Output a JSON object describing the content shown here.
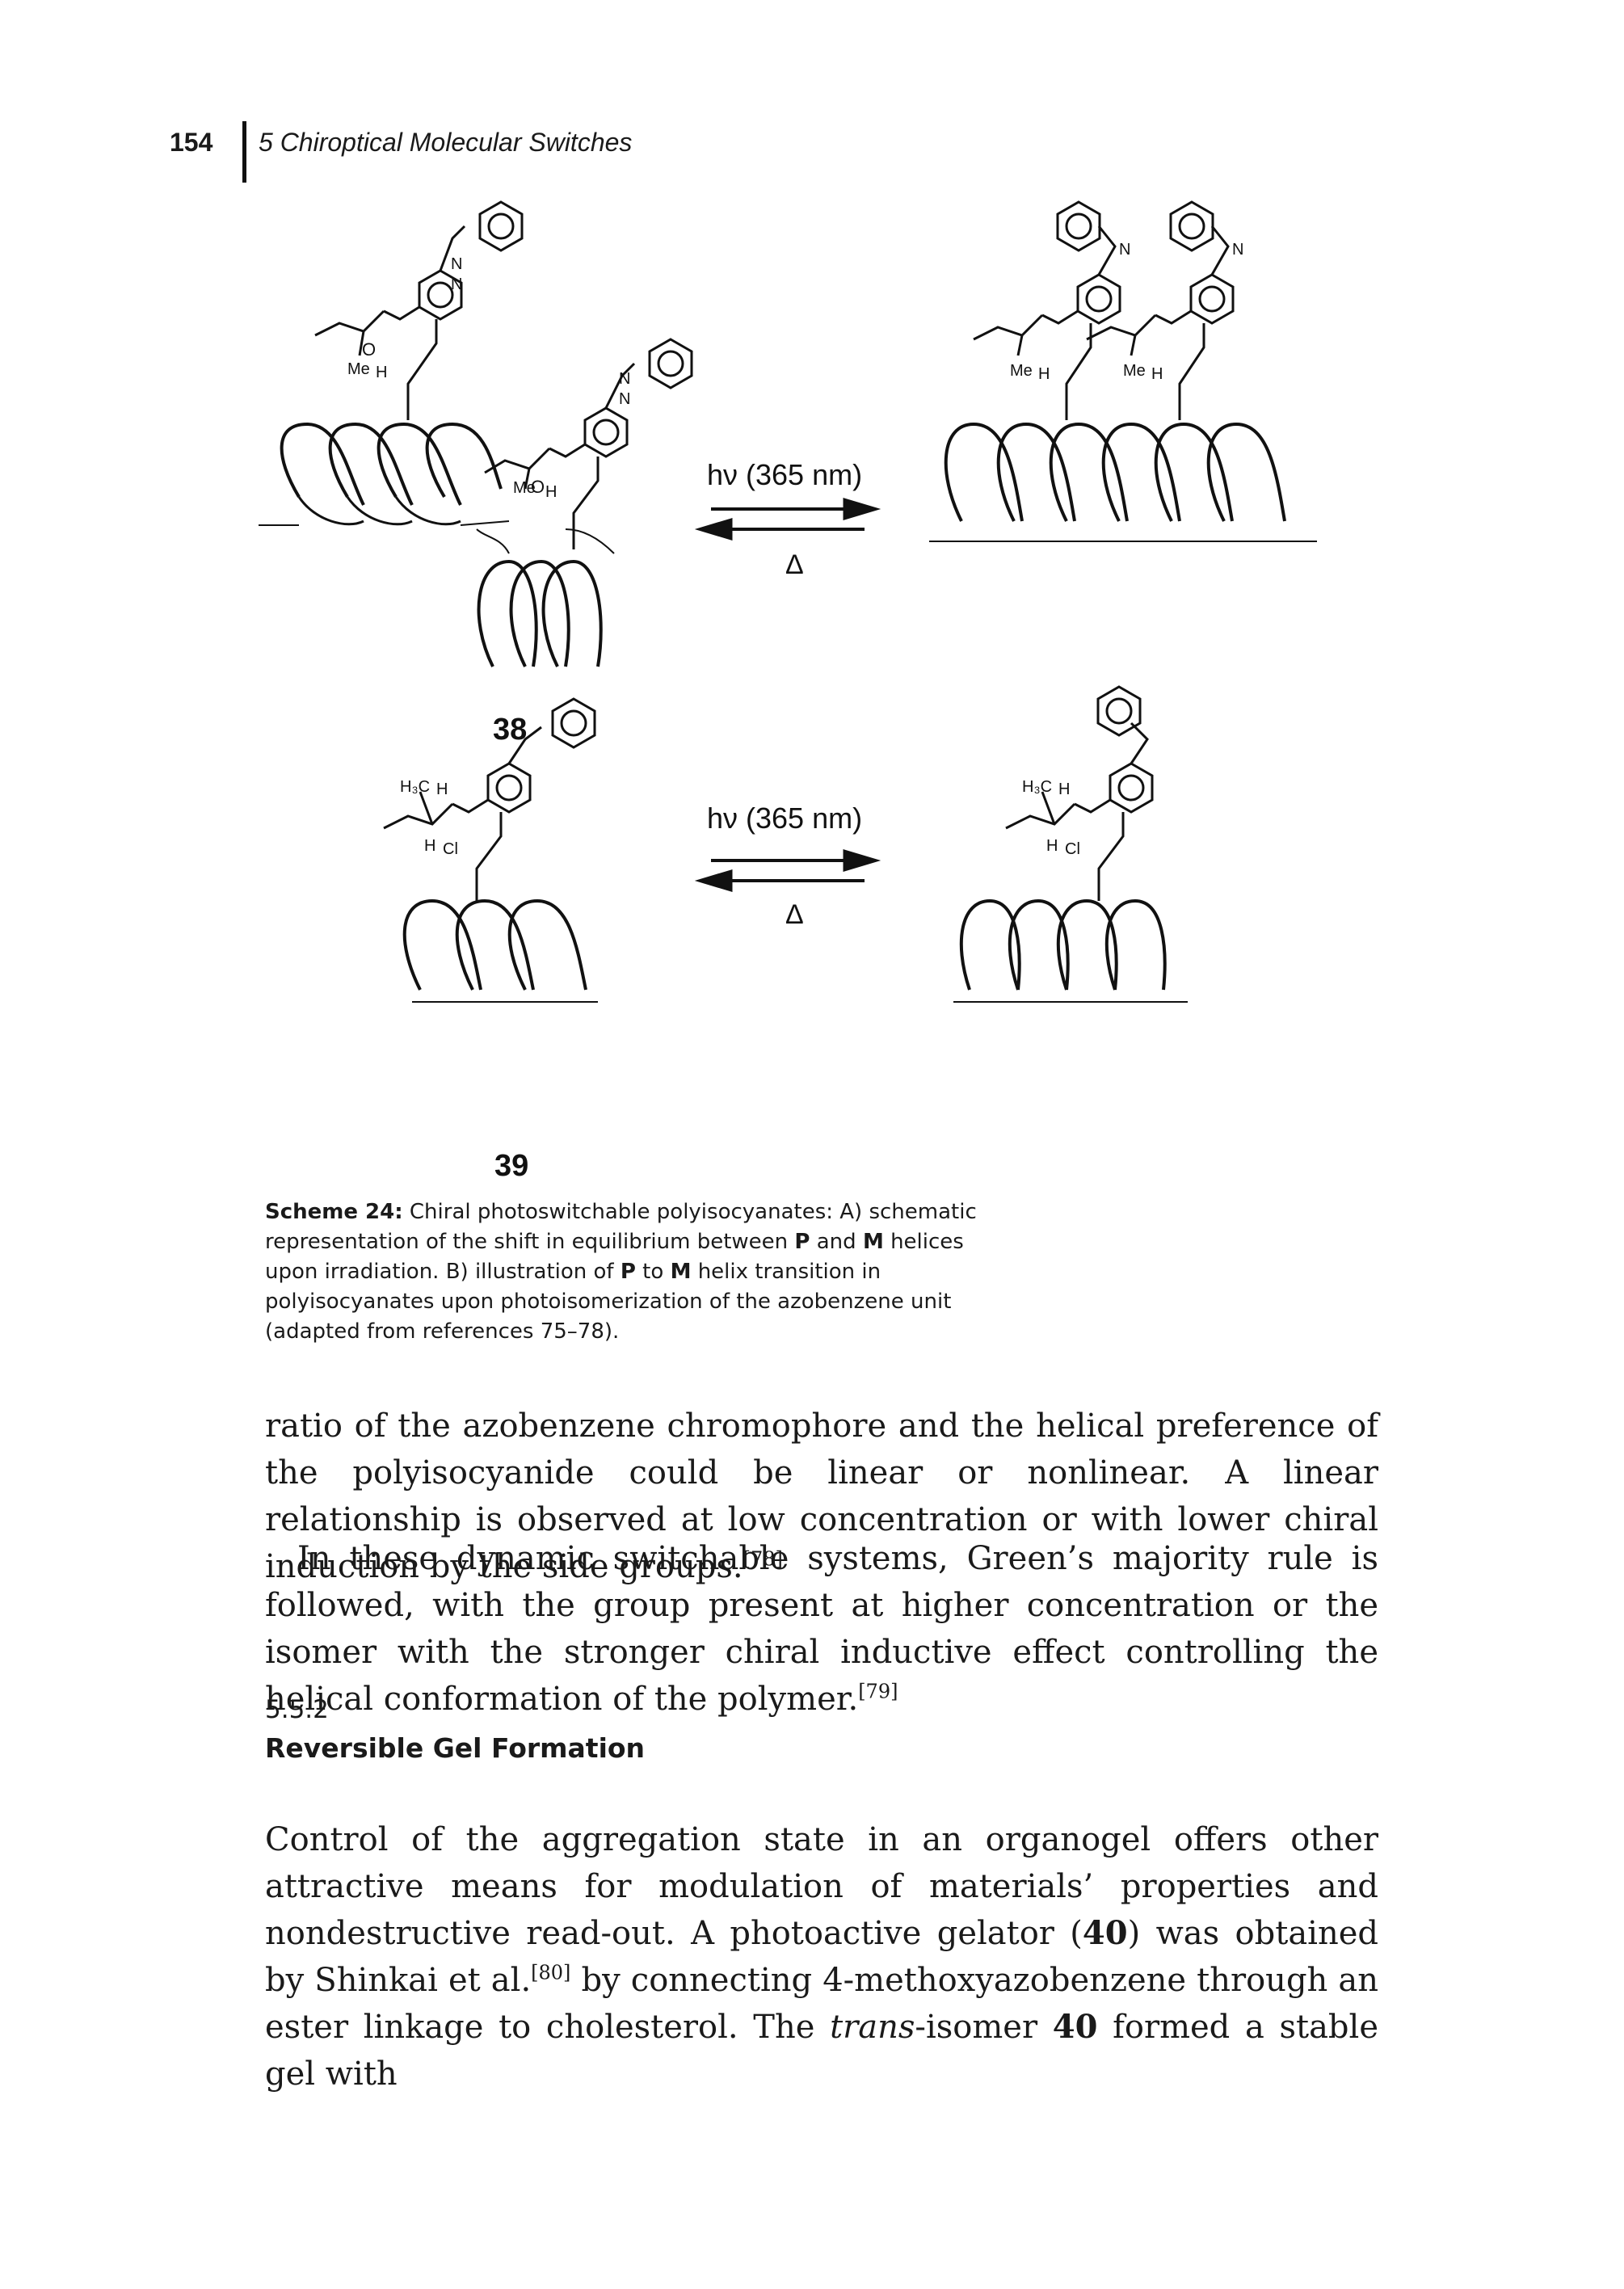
{
  "header": {
    "page_number": "154",
    "chapter_title": "5 Chiroptical Molecular Switches"
  },
  "scheme": {
    "compound_38": "38",
    "compound_39": "39",
    "reaction_label": "hν (365 nm)",
    "reverse_label": "Δ",
    "me": "Me",
    "h": "H",
    "o": "O",
    "n": "N",
    "h3c": "H₃C",
    "cl": "Cl"
  },
  "caption": {
    "label": "Scheme 24:",
    "text_a": " Chiral photoswitchable polyisocyanates: A) schematic representation of the shift in equilibrium between ",
    "p1": "P",
    "text_b": " and ",
    "m1": "M",
    "text_c": " helices upon irradiation. B) illustration of ",
    "p2": "P",
    "text_d": " to ",
    "m2": "M",
    "text_e": " helix transition in polyisocyanates upon photoisomerization of the azobenzene unit (adapted from references 75–78)."
  },
  "para1": {
    "text": "ratio of the azobenzene chromophore and the helical preference of the polyisocyanide could be linear or nonlinear. A linear relationship is observed at low concentration or with lower chiral induction by the side groups.",
    "ref": "[78]"
  },
  "para2": {
    "text": "In these dynamic switchable systems, Green’s majority rule is followed, with the group present at higher concentration or the isomer with the stronger chiral inductive effect controlling the helical conformation of the polymer.",
    "ref": "[79]"
  },
  "section": {
    "number": "5.5.2",
    "title": "Reversible Gel Formation"
  },
  "para3": {
    "t1": "Control of the aggregation state in an organogel offers other attractive means for modulation of materials’ properties and nondestructive read-out. A photoactive gelator (",
    "c40a": "40",
    "t2": ") was obtained by Shinkai et al.",
    "ref": "[80]",
    "t3": " by connecting 4-methoxyazobenzene through an ester linkage to cholesterol. The ",
    "trans": "trans",
    "t4": "-isomer ",
    "c40b": "40",
    "t5": " formed a stable gel with"
  }
}
